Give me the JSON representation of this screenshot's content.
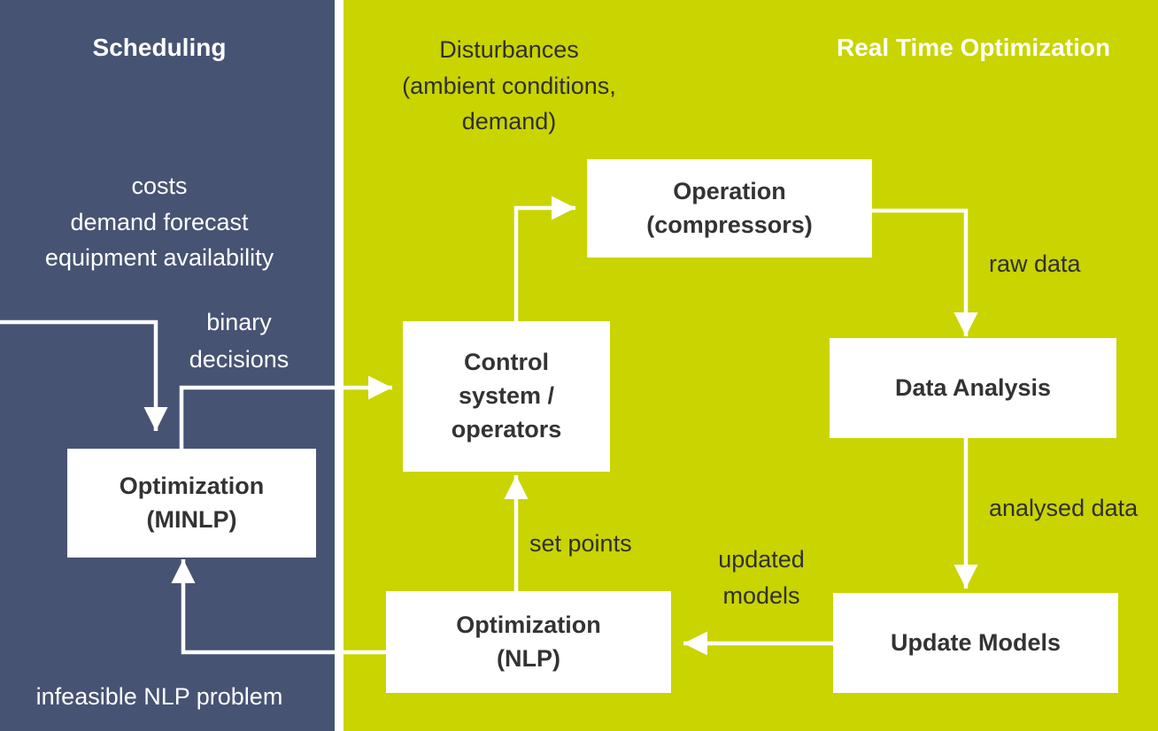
{
  "scheduling": {
    "title": "Scheduling",
    "inputs": "costs\ndemand forecast\nequipment availability",
    "binary_decisions": "binary\ndecisions",
    "infeasible": "infeasible NLP problem",
    "optimization_box": "Optimization\n(MINLP)"
  },
  "rto": {
    "title": "Real Time Optimization",
    "disturbances": "Disturbances\n(ambient conditions,\ndemand)",
    "operation_box": "Operation\n(compressors)",
    "raw_data": "raw data",
    "data_analysis_box": "Data Analysis",
    "analysed_data": "analysed data",
    "update_models_box": "Update Models",
    "updated_models": "updated\nmodels",
    "optimization_box": "Optimization\n(NLP)",
    "set_points": "set points",
    "control_box": "Control\nsystem /\noperators"
  },
  "colors": {
    "left_panel": "#475373",
    "right_panel": "#c9d400",
    "box": "#ffffff",
    "arrow": "#ffffff"
  }
}
